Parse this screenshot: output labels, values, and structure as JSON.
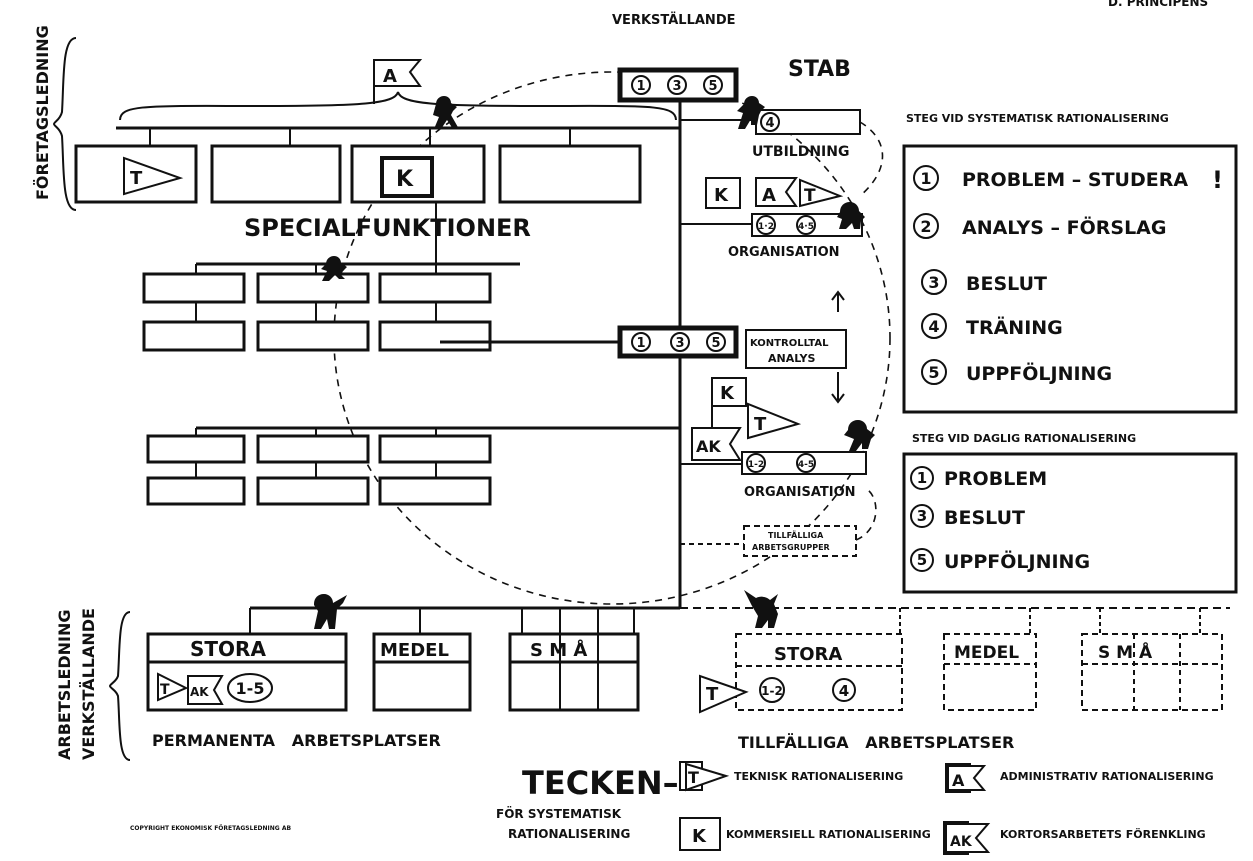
{
  "top": {
    "verkstallande": "VERKSTÄLLANDE",
    "stab": "STAB",
    "corner_fragment": "D. PRINCIPENS"
  },
  "side_labels": {
    "foretagsledning": "FÖRETAGSLEDNING",
    "arbetsledning": "ARBETSLEDNING",
    "verkstallande": "VERKSTÄLLANDE"
  },
  "flags": {
    "a": "A",
    "t": "T",
    "k": "K",
    "ak": "AK"
  },
  "special_title": "SPECIALFUNKTIONER",
  "circles": {
    "one": "1",
    "two": "2",
    "three": "3",
    "four": "4",
    "five": "5",
    "one_two_a": "1·2",
    "four_five_a": "4·5",
    "one_two_b": "1-2",
    "four_five_b": "4-5",
    "one_two_c": "1-2",
    "one_five": "1-5"
  },
  "staff": {
    "utbildning": "UTBILDNING",
    "organisation_1": "ORGANISATION",
    "organisation_2": "ORGANISATION",
    "kontrolltal_1": "KONTROLLTAL",
    "kontrolltal_2": "ANALYS",
    "tillfalliga_1": "TILLFÄLLIGA",
    "tillfalliga_2": "ARBETSGRUPPER"
  },
  "systematic": {
    "heading": "STEG VID SYSTEMATISK RATIONALISERING",
    "items": [
      {
        "num": "1",
        "label": "PROBLEM – STUDERA",
        "mark": "!"
      },
      {
        "num": "2",
        "label": "ANALYS – FÖRSLAG"
      },
      {
        "num": "3",
        "label": "BESLUT"
      },
      {
        "num": "4",
        "label": "TRÄNING"
      },
      {
        "num": "5",
        "label": "UPPFÖLJNING"
      }
    ]
  },
  "daily": {
    "heading": "STEG VID DAGLIG RATIONALISERING",
    "items": [
      {
        "num": "1",
        "label": "PROBLEM"
      },
      {
        "num": "3",
        "label": "BESLUT"
      },
      {
        "num": "5",
        "label": "UPPFÖLJNING"
      }
    ]
  },
  "workplaces": {
    "stora": "STORA",
    "medel": "MEDEL",
    "sma": "S M Å",
    "stora2": "STORA",
    "medel2": "MEDEL",
    "sma2": "S M Å",
    "permanenta": "PERMANENTA   ARBETSPLATSER",
    "tillfalliga": "TILLFÄLLIGA   ARBETSPLATSER"
  },
  "legend": {
    "title": "TECKEN–",
    "sub1": "FÖR SYSTEMATISK",
    "sub2": "RATIONALISERING",
    "t_label": "TEKNISK RATIONALISERING",
    "a_label": "ADMINISTRATIV RATIONALISERING",
    "k_label": "KOMMERSIELL RATIONALISERING",
    "ak_label": "KORTORSARBETETS FÖRENKLING"
  },
  "copyright": "COPYRIGHT EKONOMISK FÖRETAGSLEDNING AB"
}
